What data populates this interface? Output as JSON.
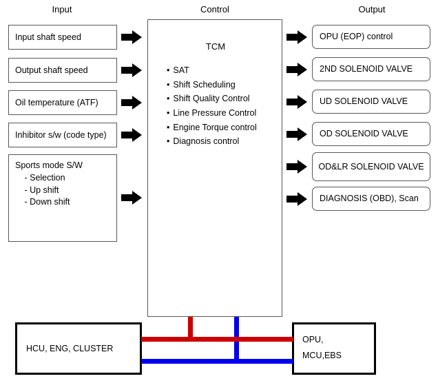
{
  "headers": {
    "input": "Input",
    "control": "Control",
    "output": "Output"
  },
  "inputs": [
    {
      "label": "Input shaft speed"
    },
    {
      "label": "Output shaft speed"
    },
    {
      "label": "Oil temperature (ATF)"
    },
    {
      "label": "Inhibitor s/w (code type)"
    }
  ],
  "sports_mode": {
    "title": "Sports mode S/W",
    "items": [
      " - Selection",
      " - Up shift",
      " - Down shift"
    ]
  },
  "control": {
    "title": "TCM",
    "bullet": "•",
    "functions": [
      "SAT",
      "Shift Scheduling",
      "Shift Quality Control",
      "Line Pressure Control",
      "Engine Torque control",
      "Diagnosis control"
    ]
  },
  "outputs": [
    {
      "label": "OPU (EOP) control"
    },
    {
      "label": "2ND SOLENOID VALVE"
    },
    {
      "label": "UD SOLENOID VALVE"
    },
    {
      "label": "OD SOLENOID VALVE"
    },
    {
      "label": "OD&LR SOLENOID VALVE"
    },
    {
      "label": "DIAGNOSIS (OBD), Scan"
    }
  ],
  "network": {
    "left_box": "HCU, ENG, CLUSTER",
    "right_box_line1": "OPU,",
    "right_box_line2": "MCU,EBS"
  },
  "colors": {
    "bus_red": "#cc0000",
    "bus_blue": "#0000ee",
    "box_border": "#565656",
    "net_border": "#000000",
    "arrow": "#000000"
  }
}
